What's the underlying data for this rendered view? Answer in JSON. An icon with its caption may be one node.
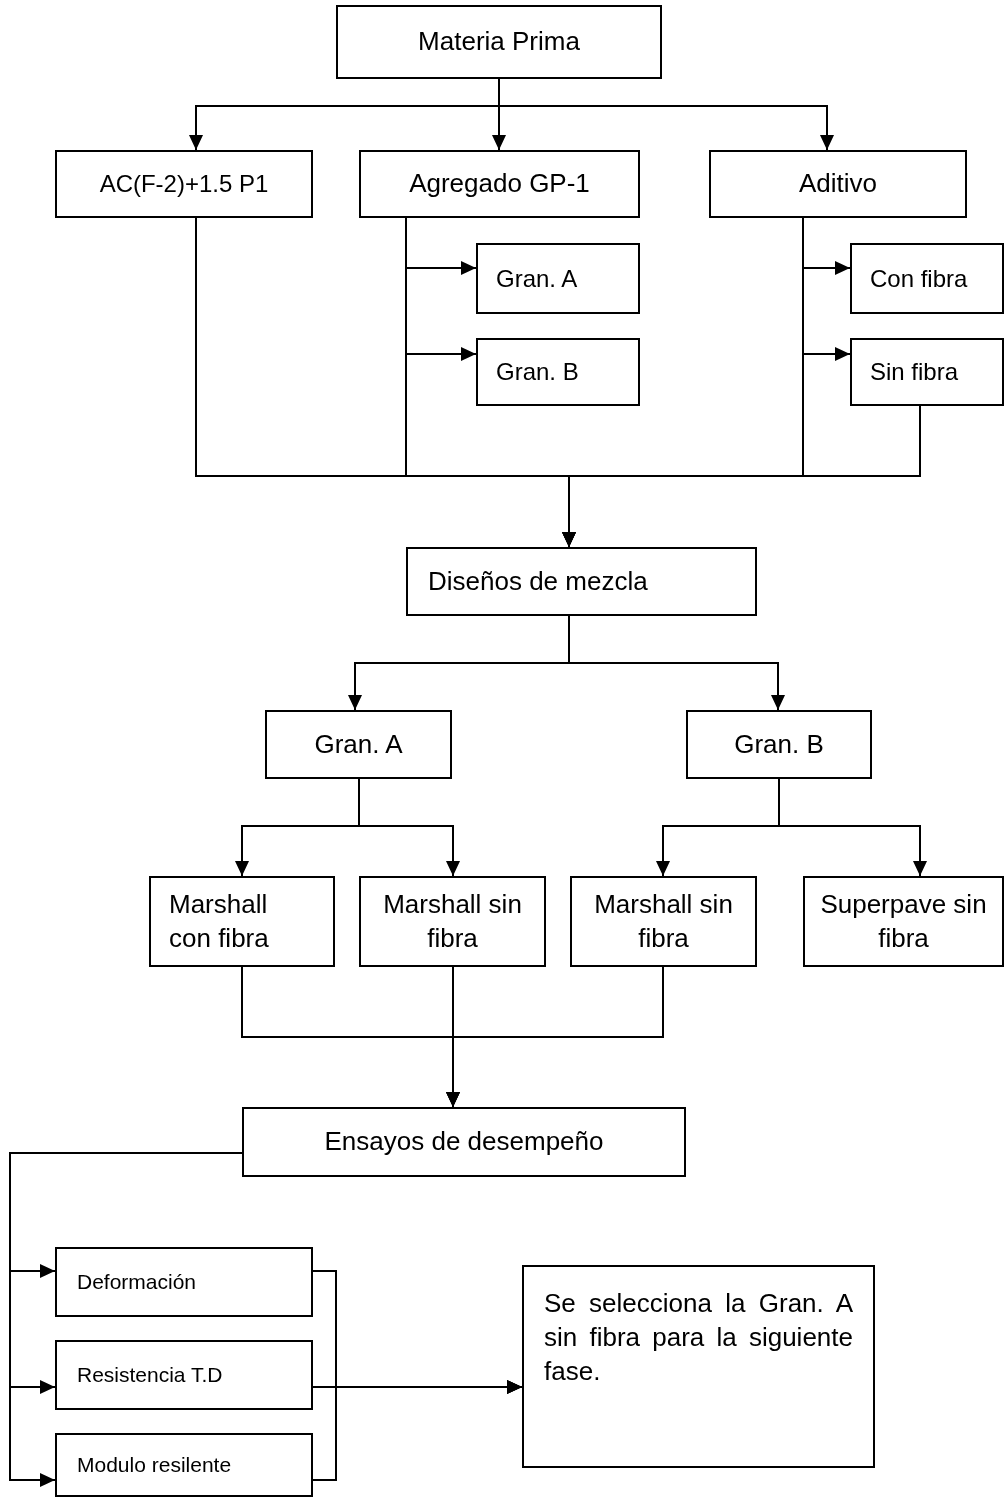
{
  "diagram": {
    "nodes": [
      {
        "text": [
          "Materia Prima"
        ]
      },
      {
        "text": [
          "AC(F-2)+1.5 P1"
        ]
      },
      {
        "text": [
          "Agregado GP-1"
        ]
      },
      {
        "text": [
          "Aditivo"
        ]
      },
      {
        "text": [
          "Gran. A"
        ]
      },
      {
        "text": [
          "Gran. B"
        ]
      },
      {
        "text": [
          "Con fibra"
        ]
      },
      {
        "text": [
          "Sin fibra"
        ]
      },
      {
        "text": [
          "Diseños de mezcla"
        ]
      },
      {
        "text": [
          "Gran. A"
        ]
      },
      {
        "text": [
          "Gran. B"
        ]
      },
      {
        "text": [
          "Marshall con fibra"
        ]
      },
      {
        "text": [
          "Marshall sin fibra"
        ]
      },
      {
        "text": [
          "Marshall sin fibra"
        ]
      },
      {
        "text": [
          "Superpave sin fibra"
        ]
      },
      {
        "text": [
          "Ensayos de desempeño"
        ]
      },
      {
        "text": [
          "Deformación"
        ]
      },
      {
        "text": [
          "Resistencia T.D"
        ]
      },
      {
        "text": [
          "Modulo resilente"
        ]
      },
      {
        "text": [
          "Se selecciona la Gran. A sin fibra para la siguiente fase."
        ]
      }
    ],
    "edges": [
      {
        "from": 0,
        "to": 1,
        "arrow": "to"
      },
      {
        "from": 0,
        "to": 2,
        "arrow": "to"
      },
      {
        "from": 0,
        "to": 3,
        "arrow": "to"
      },
      {
        "from": 2,
        "to": 4,
        "arrow": "to"
      },
      {
        "from": 2,
        "to": 5,
        "arrow": "to"
      },
      {
        "from": 3,
        "to": 6,
        "arrow": "to"
      },
      {
        "from": 3,
        "to": 7,
        "arrow": "to"
      },
      {
        "from": 1,
        "to": 8,
        "arrow": "to"
      },
      {
        "from": 2,
        "to": 8,
        "arrow": "to"
      },
      {
        "from": 3,
        "to": 8,
        "arrow": "to"
      },
      {
        "from": 7,
        "to": 8,
        "arrow": "to"
      },
      {
        "from": 8,
        "to": 9,
        "arrow": "to"
      },
      {
        "from": 8,
        "to": 10,
        "arrow": "to"
      },
      {
        "from": 9,
        "to": 11,
        "arrow": "to"
      },
      {
        "from": 9,
        "to": 12,
        "arrow": "to"
      },
      {
        "from": 10,
        "to": 13,
        "arrow": "to"
      },
      {
        "from": 10,
        "to": 14,
        "arrow": "to"
      },
      {
        "from": 11,
        "to": 15,
        "arrow": "to"
      },
      {
        "from": 12,
        "to": 15,
        "arrow": "to"
      },
      {
        "from": 13,
        "to": 15,
        "arrow": "to"
      },
      {
        "from": 15,
        "to": 16,
        "arrow": "to"
      },
      {
        "from": 15,
        "to": 17,
        "arrow": "to"
      },
      {
        "from": 15,
        "to": 18,
        "arrow": "to"
      },
      {
        "from": 16,
        "to": 19,
        "arrow": "to"
      },
      {
        "from": 17,
        "to": 19,
        "arrow": "to"
      },
      {
        "from": 18,
        "to": 19,
        "arrow": "to"
      }
    ]
  }
}
